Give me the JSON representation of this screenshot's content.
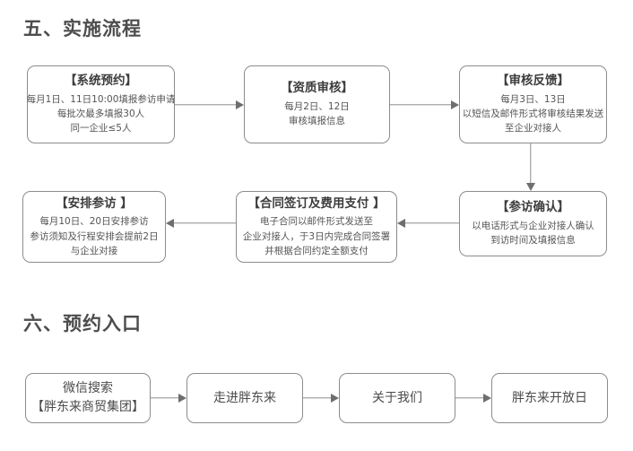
{
  "sections": [
    {
      "heading": "五、实施流程",
      "nodes": [
        {
          "title": "【系统预约】",
          "lines": [
            "每月1日、11日10:00填报参访申请",
            "每批次最多填报30人",
            "同一企业≤5人"
          ]
        },
        {
          "title": "【资质审核】",
          "lines": [
            "每月2日、12日",
            "审核填报信息"
          ]
        },
        {
          "title": "【审核反馈】",
          "lines": [
            "每月3日、13日",
            "以短信及邮件形式将审核结果发送",
            "至企业对接人"
          ]
        },
        {
          "title": "【参访确认】",
          "lines": [
            "以电话形式与企业对接人确认",
            "到访时间及填报信息"
          ]
        },
        {
          "title": "【合同签订及费用支付 】",
          "lines": [
            "电子合同以邮件形式发送至",
            "企业对接人，于3日内完成合同签署",
            "并根据合同约定全额支付"
          ]
        },
        {
          "title": "【安排参访 】",
          "lines": [
            "每月10日、20日安排参访",
            "参访须知及行程安排会提前2日",
            "与企业对接"
          ]
        }
      ]
    },
    {
      "heading": "六、预约入口",
      "nodes": [
        {
          "lines": [
            "微信搜索",
            "【胖东来商贸集团】"
          ]
        },
        {
          "lines": [
            "走进胖东来"
          ]
        },
        {
          "lines": [
            "关于我们"
          ]
        },
        {
          "lines": [
            "胖东来开放日"
          ]
        }
      ]
    }
  ],
  "colors": {
    "border": "#8c8c8c",
    "arrow": "#6e6e6e",
    "heading": "#4d4d4d",
    "text": "#555555",
    "background": "#ffffff"
  }
}
